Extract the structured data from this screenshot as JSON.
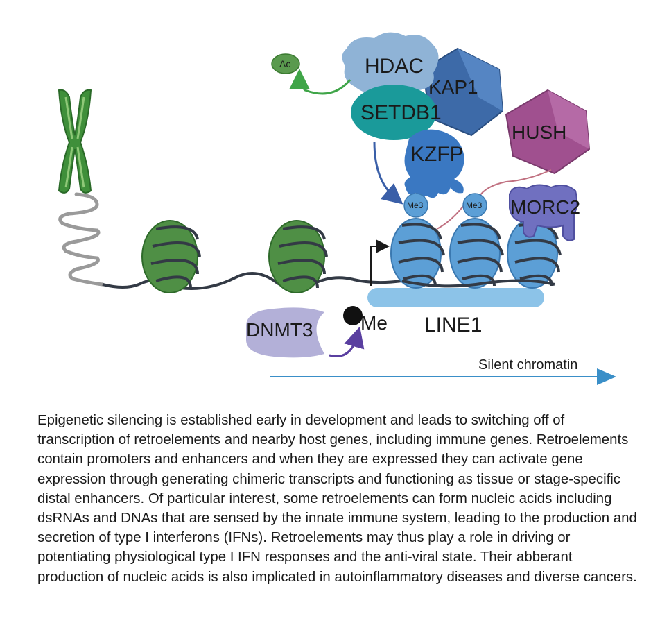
{
  "diagram": {
    "labels": {
      "ac": "Ac",
      "hdac": "HDAC",
      "kap1": "KAP1",
      "setdb1": "SETDB1",
      "kzfp": "KZFP",
      "hush": "HUSH",
      "me3_left": "Me3",
      "me3_right": "Me3",
      "morc2": "MORC2",
      "dnmt3": "DNMT3",
      "me": "Me",
      "line1": "LINE1",
      "silent_chromatin": "Silent chromatin"
    },
    "colors": {
      "chromosome": "#3f8f3a",
      "nucleosome_active": "#4f8f45",
      "nucleosome_silent": "#5c9fd6",
      "hdac": "#8fb3d6",
      "kap1": "#3d6aa8",
      "setdb1": "#1a9a9a",
      "kzfp": "#3a78c2",
      "hush": "#a0508f",
      "morc2": "#7070c0",
      "dnmt3": "#b3b0d8",
      "line1": "#8cc3e8",
      "arrow": "#3a8fc8"
    }
  },
  "caption": "Epigenetic silencing is established early in development and leads to switching off of transcription of retroelements and nearby host genes, including immune genes. Retroelements contain promoters and enhancers and when they are expressed they can activate gene expression through generating chimeric transcripts and functioning as tissue or stage-specific distal enhancers. Of particular interest, some retroelements can form nucleic acids including dsRNAs and DNAs that are sensed by the innate immune system, leading to the production and secretion of type I interferons (IFNs). Retroelements may thus play a role in driving or potentiating physiological type I IFN responses and the anti-viral state. Their abberant production of nucleic acids is also implicated in autoinflammatory diseases and diverse cancers."
}
